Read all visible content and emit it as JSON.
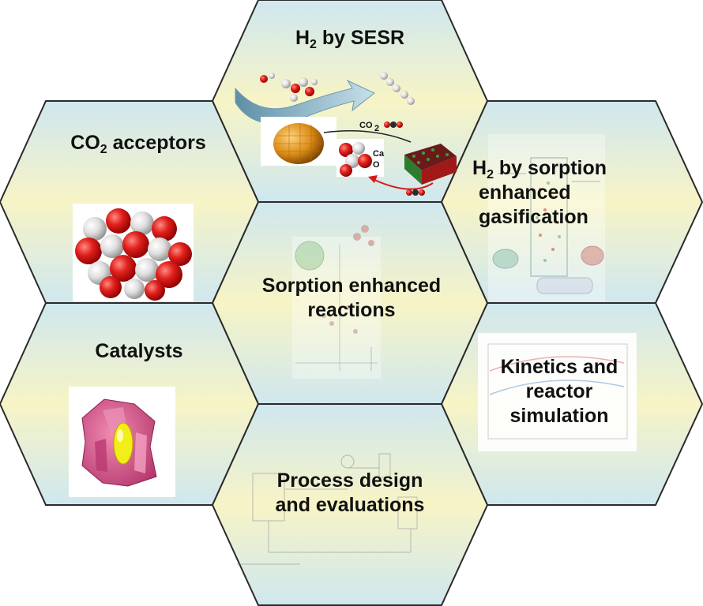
{
  "cells": {
    "top": {
      "prefix": "H",
      "sub": "2",
      "suffix": " by SESR"
    },
    "upper_left": {
      "prefix": "CO",
      "sub": "2",
      "suffix": " acceptors"
    },
    "upper_right": {
      "line1_prefix": "H",
      "line1_sub": "2",
      "line1_suffix": " by sorption",
      "line2": "enhanced",
      "line3": "gasification"
    },
    "center": {
      "line1": "Sorption enhanced",
      "line2": "reactions"
    },
    "lower_left": {
      "label": "Catalysts"
    },
    "lower_right": {
      "line1": "Kinetics and",
      "line2": "reactor",
      "line3": "simulation"
    },
    "bottom": {
      "line1": "Process design",
      "line2": "and evaluations"
    }
  },
  "figure_text": {
    "co2_tag": "CO",
    "co2_tag_sub": "2",
    "ca_tag": "Ca",
    "o_tag": "O"
  },
  "colors": {
    "hex_yellow": "#f7f4c6",
    "hex_blue": "#cfe7ef",
    "hex_border": "#2a2a2a",
    "atom_red": "#e0201c",
    "atom_white": "#dedede",
    "catalyst_pink": "#d9568a",
    "catalyst_yellow": "#f2ee1a"
  },
  "icons": [
    "sorbent-lattice-icon",
    "molecule-cluster-icon",
    "catalyst-particle-icon",
    "process-flowsheet-icon"
  ]
}
